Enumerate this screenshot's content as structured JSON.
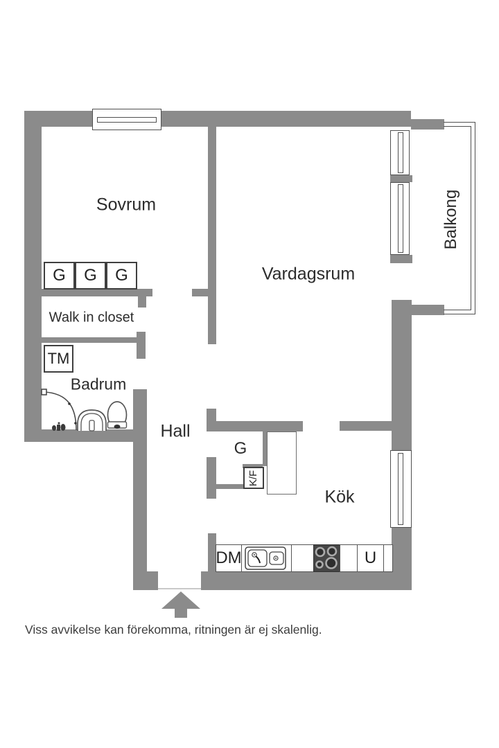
{
  "floorplan": {
    "rooms": {
      "bedroom": "Sovrum",
      "living_room": "Vardagsrum",
      "balcony": "Balkong",
      "walk_in_closet": "Walk in closet",
      "bathroom": "Badrum",
      "hall": "Hall",
      "kitchen": "Kök"
    },
    "units": {
      "wardrobe": "G",
      "washing_machine": "TM",
      "fridge_freezer": "K/F",
      "dishwasher": "DM",
      "oven": "U"
    },
    "caption": "Viss avvikelse kan förekomma, ritningen är ej skalenlig.",
    "icons": {
      "entrance_arrow": "up-arrow",
      "bathroom": [
        "shower",
        "sink",
        "toilet",
        "faucet"
      ],
      "kitchen": [
        "sink",
        "stove"
      ]
    },
    "colors": {
      "wall": "#8b8b8b",
      "outline": "#4f4f4f",
      "stove": "#454545",
      "text": "#2c2c2c",
      "background": "#ffffff"
    }
  }
}
